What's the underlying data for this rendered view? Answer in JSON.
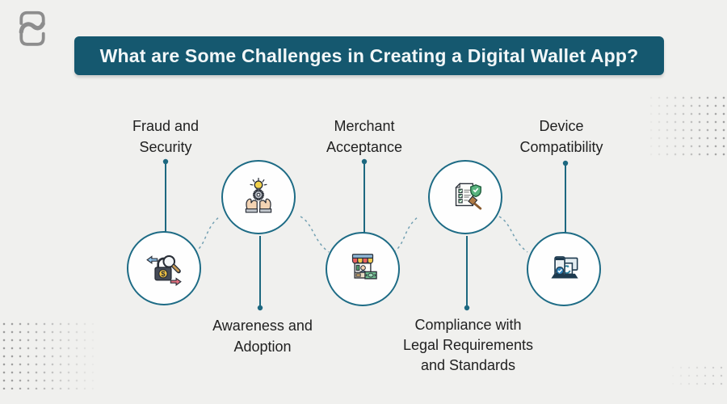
{
  "title": "What are Some Challenges in Creating a Digital Wallet App?",
  "brand": {
    "logo_name": "brand-logo"
  },
  "colors": {
    "background": "#f0f0ee",
    "banner": "#15586f",
    "banner_text": "#f2f7f8",
    "circle_border": "#1d6b85",
    "stem_line": "#1d6880",
    "dotted_connector": "#5e93a8",
    "label_text": "#212121",
    "logo_gray": "#8d8d8d"
  },
  "items": [
    {
      "id": "fraud-security",
      "icon": "fraud-security-icon",
      "lines": [
        "Fraud and",
        "Security"
      ]
    },
    {
      "id": "awareness-adoption",
      "icon": "idea-in-hands-icon",
      "lines": [
        "Awareness and",
        "Adoption"
      ]
    },
    {
      "id": "merchant-acceptance",
      "icon": "storefront-icon",
      "lines": [
        "Merchant",
        "Acceptance"
      ]
    },
    {
      "id": "compliance-legal",
      "icon": "legal-compliance-icon",
      "lines": [
        "Compliance with",
        "Legal Requirements",
        "and Standards"
      ]
    },
    {
      "id": "device-compatibility",
      "icon": "devices-icon",
      "lines": [
        "Device",
        "Compatibility"
      ]
    }
  ]
}
